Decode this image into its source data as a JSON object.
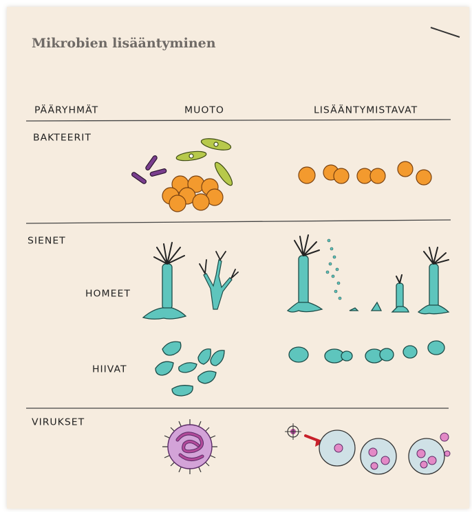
{
  "title": "Mikrobien lisääntyminen",
  "headers": {
    "groups": "PÄÄRYHMÄT",
    "shape": "MUOTO",
    "reproduction": "LISÄÄNTYMISTAVAT"
  },
  "rows": {
    "bacteria": "BAKTEERIT",
    "fungi": "SIENET",
    "molds": "HOMEET",
    "yeasts": "HIIVAT",
    "viruses": "VIRUKSET"
  },
  "colors": {
    "paper": "#f6ecdf",
    "bacteria_orange": "#f39a2e",
    "bacteria_purple": "#7a3e8e",
    "bacteria_green": "#b7c94b",
    "fungi_teal": "#5ec5bd",
    "virus_magenta": "#b24a9a",
    "cell_blue": "#cfe1e6",
    "arrow_red": "#c8202a"
  }
}
